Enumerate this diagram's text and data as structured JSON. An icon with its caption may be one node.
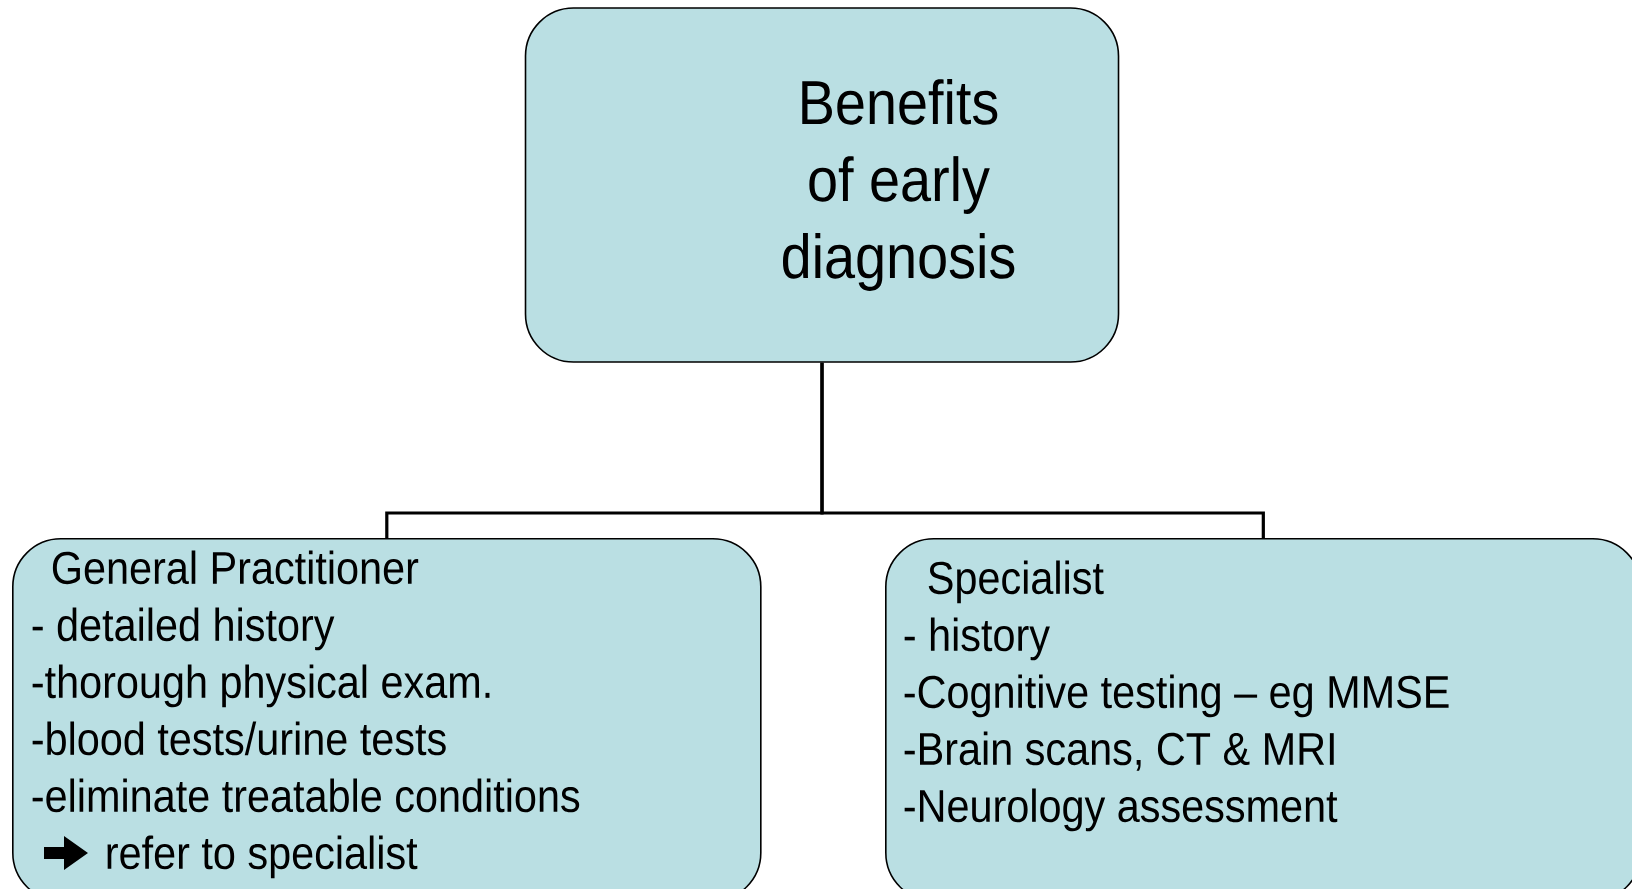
{
  "diagram": {
    "nodes": [
      {
        "text": [
          "Benefits of early diagnosis"
        ]
      },
      {
        "text": [
          "General Practitioner",
          "- detailed history",
          "-thorough physical exam.",
          "-blood tests/urine tests",
          "-eliminate treatable conditions",
          "refer to specialist"
        ]
      },
      {
        "text": [
          "Specialist",
          "- history",
          "-Cognitive testing – eg MMSE",
          "-Brain scans, CT & MRI",
          "-Neurology assessment"
        ]
      }
    ],
    "edges": [
      {
        "from": 0,
        "to": 1,
        "arrow": "none"
      },
      {
        "from": 0,
        "to": 2,
        "arrow": "none"
      }
    ]
  }
}
